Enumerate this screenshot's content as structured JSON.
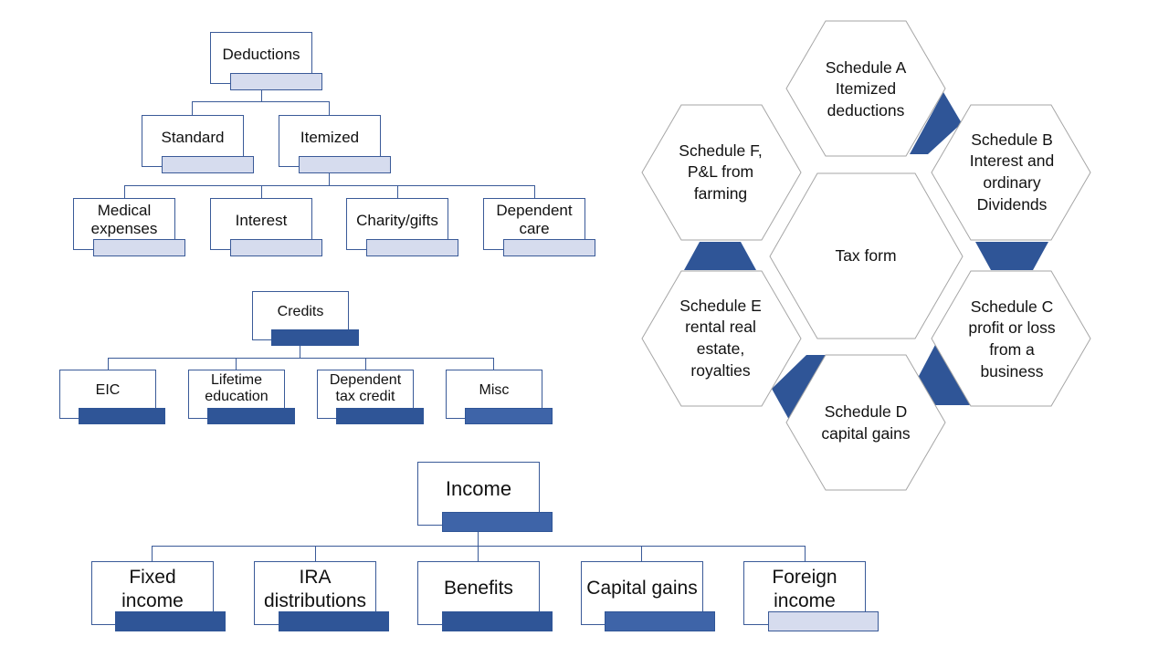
{
  "deductions": {
    "root": "Deductions",
    "level1": [
      "Standard",
      "Itemized"
    ],
    "level2": [
      "Medical expenses",
      "Interest",
      "Charity/gifts",
      "Dependent care"
    ]
  },
  "credits": {
    "root": "Credits",
    "children": [
      "EIC",
      "Lifetime education",
      "Dependent tax credit",
      "Misc"
    ]
  },
  "income": {
    "root": "Income",
    "children": [
      "Fixed income",
      "IRA distributions",
      "Benefits",
      "Capital gains",
      "Foreign income"
    ]
  },
  "tax_form": {
    "center": "Tax form",
    "schedules": [
      "Schedule A Itemized deductions",
      "Schedule B Interest and ordinary Dividends",
      "Schedule C profit or loss from a business",
      "Schedule D capital gains",
      "Schedule E rental real estate, royalties",
      "Schedule F, P&L from farming"
    ]
  },
  "colors": {
    "accent": "#2f5597",
    "light_tag": "#d6dcee",
    "outline": "#3a5a98",
    "hex_outline": "#a6a6a6"
  }
}
